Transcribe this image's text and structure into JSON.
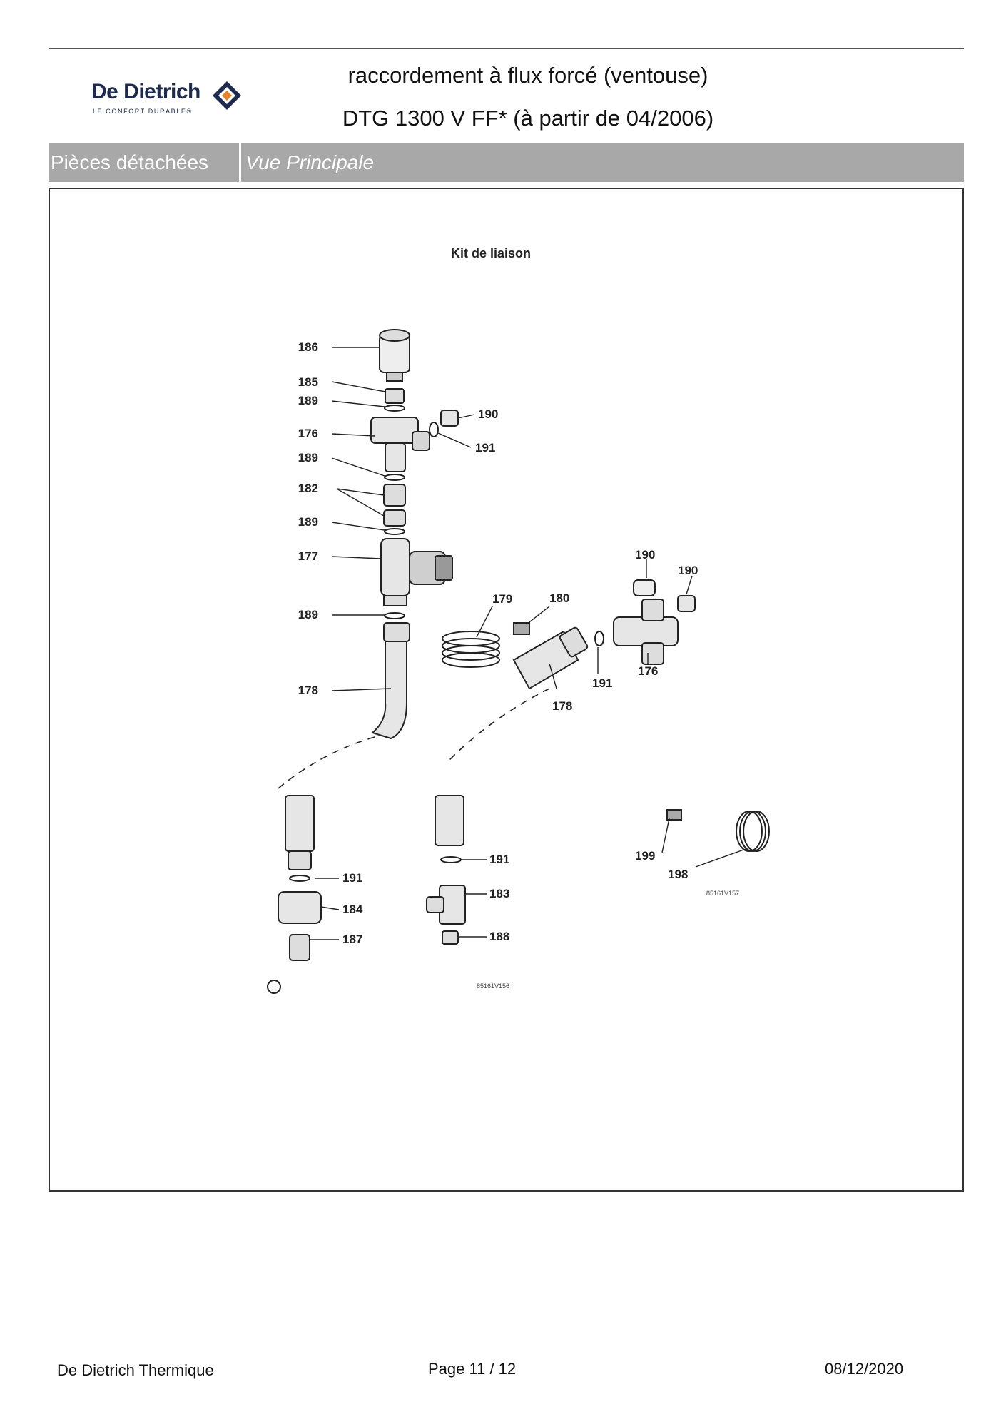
{
  "header": {
    "brand_name": "De Dietrich",
    "brand_tagline": "LE CONFORT DURABLE®",
    "title": "raccordement à flux forcé (ventouse)",
    "subtitle": "DTG 1300 V FF* (à partir de 04/2006)"
  },
  "section_bar": {
    "section": "Pièces détachées",
    "view": "Vue Principale"
  },
  "diagram": {
    "title": "Kit de liaison",
    "labels": {
      "p186": "186",
      "p185": "185",
      "p189a": "189",
      "p176a": "176",
      "p190a": "190",
      "p191a": "191",
      "p189b": "189",
      "p182": "182",
      "p189c": "189",
      "p177": "177",
      "p189d": "189",
      "p179": "179",
      "p180": "180",
      "p190b": "190",
      "p190c": "190",
      "p176b": "176",
      "p191b": "191",
      "p178a": "178",
      "p178b": "178",
      "p191c": "191",
      "p184": "184",
      "p187": "187",
      "p191d": "191",
      "p183": "183",
      "p188": "188",
      "p199": "199",
      "p198": "198"
    },
    "drawing_refs": {
      "ref1": "85161V157",
      "ref2": "85161V156"
    }
  },
  "footer": {
    "company": "De Dietrich Thermique",
    "page": "Page 11  /  12",
    "date": "08/12/2020"
  },
  "colors": {
    "brand_navy": "#1d2b4f",
    "brand_orange": "#e8812a",
    "bar_gray": "#a8a8a8"
  }
}
